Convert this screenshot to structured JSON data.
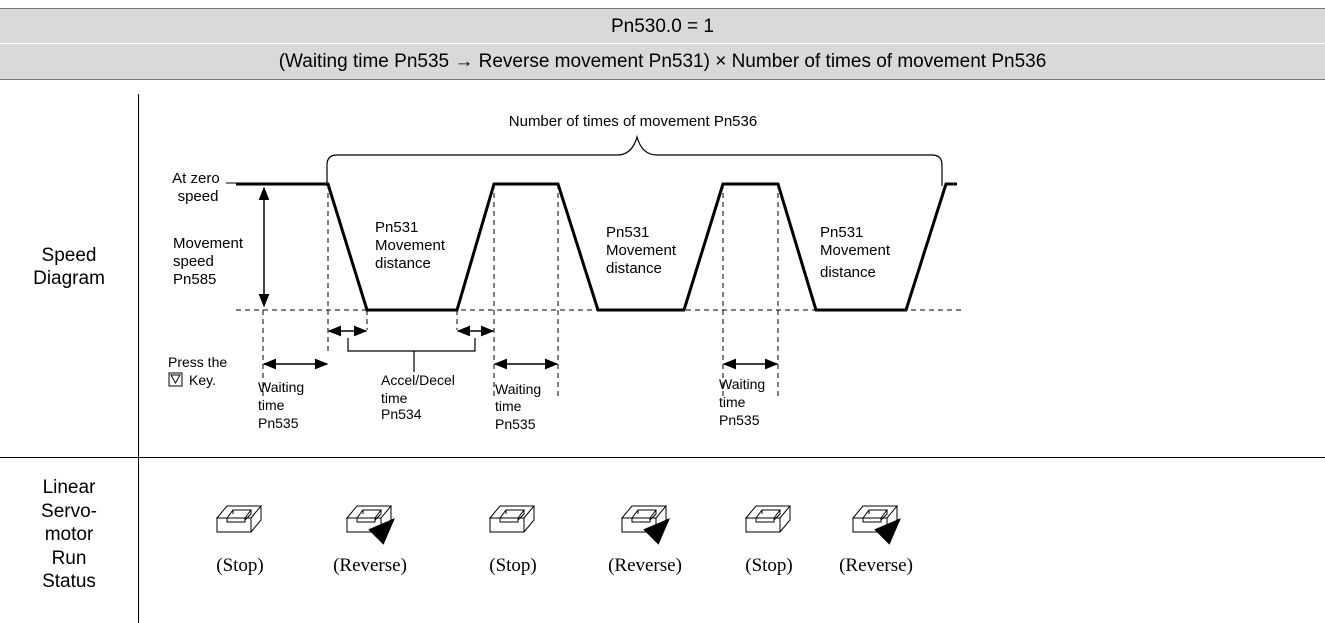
{
  "header": {
    "title": "Pn530.0 = 1",
    "subtitle_html": "(Waiting time Pn535 → Reverse movement Pn531) × Number of times of movement Pn536"
  },
  "rows": {
    "speed_diagram": [
      "Speed",
      "Diagram"
    ],
    "run_status": [
      "Linear",
      "Servo-",
      "motor",
      "Run",
      "Status"
    ]
  },
  "diagram": {
    "count_label": "Number of times of movement Pn536",
    "zero_speed": [
      "At zero",
      "speed"
    ],
    "movement_speed": [
      "Movement",
      "speed",
      "Pn585"
    ],
    "segment_label": [
      "Pn531",
      "Movement",
      "distance"
    ],
    "press_key": [
      "Press the",
      "Key."
    ],
    "waiting_time": [
      "Waiting",
      "time",
      "Pn535"
    ],
    "accel_decel": [
      "Accel/Decel",
      "time",
      "Pn534"
    ],
    "key_icon": "down-arrow-key-icon"
  },
  "status_labels": [
    "(Stop)",
    "(Reverse)",
    "(Stop)",
    "(Reverse)",
    "(Stop)",
    "(Reverse)"
  ],
  "colors": {
    "header_bg": "#d9d9d9",
    "line": "#000000"
  }
}
